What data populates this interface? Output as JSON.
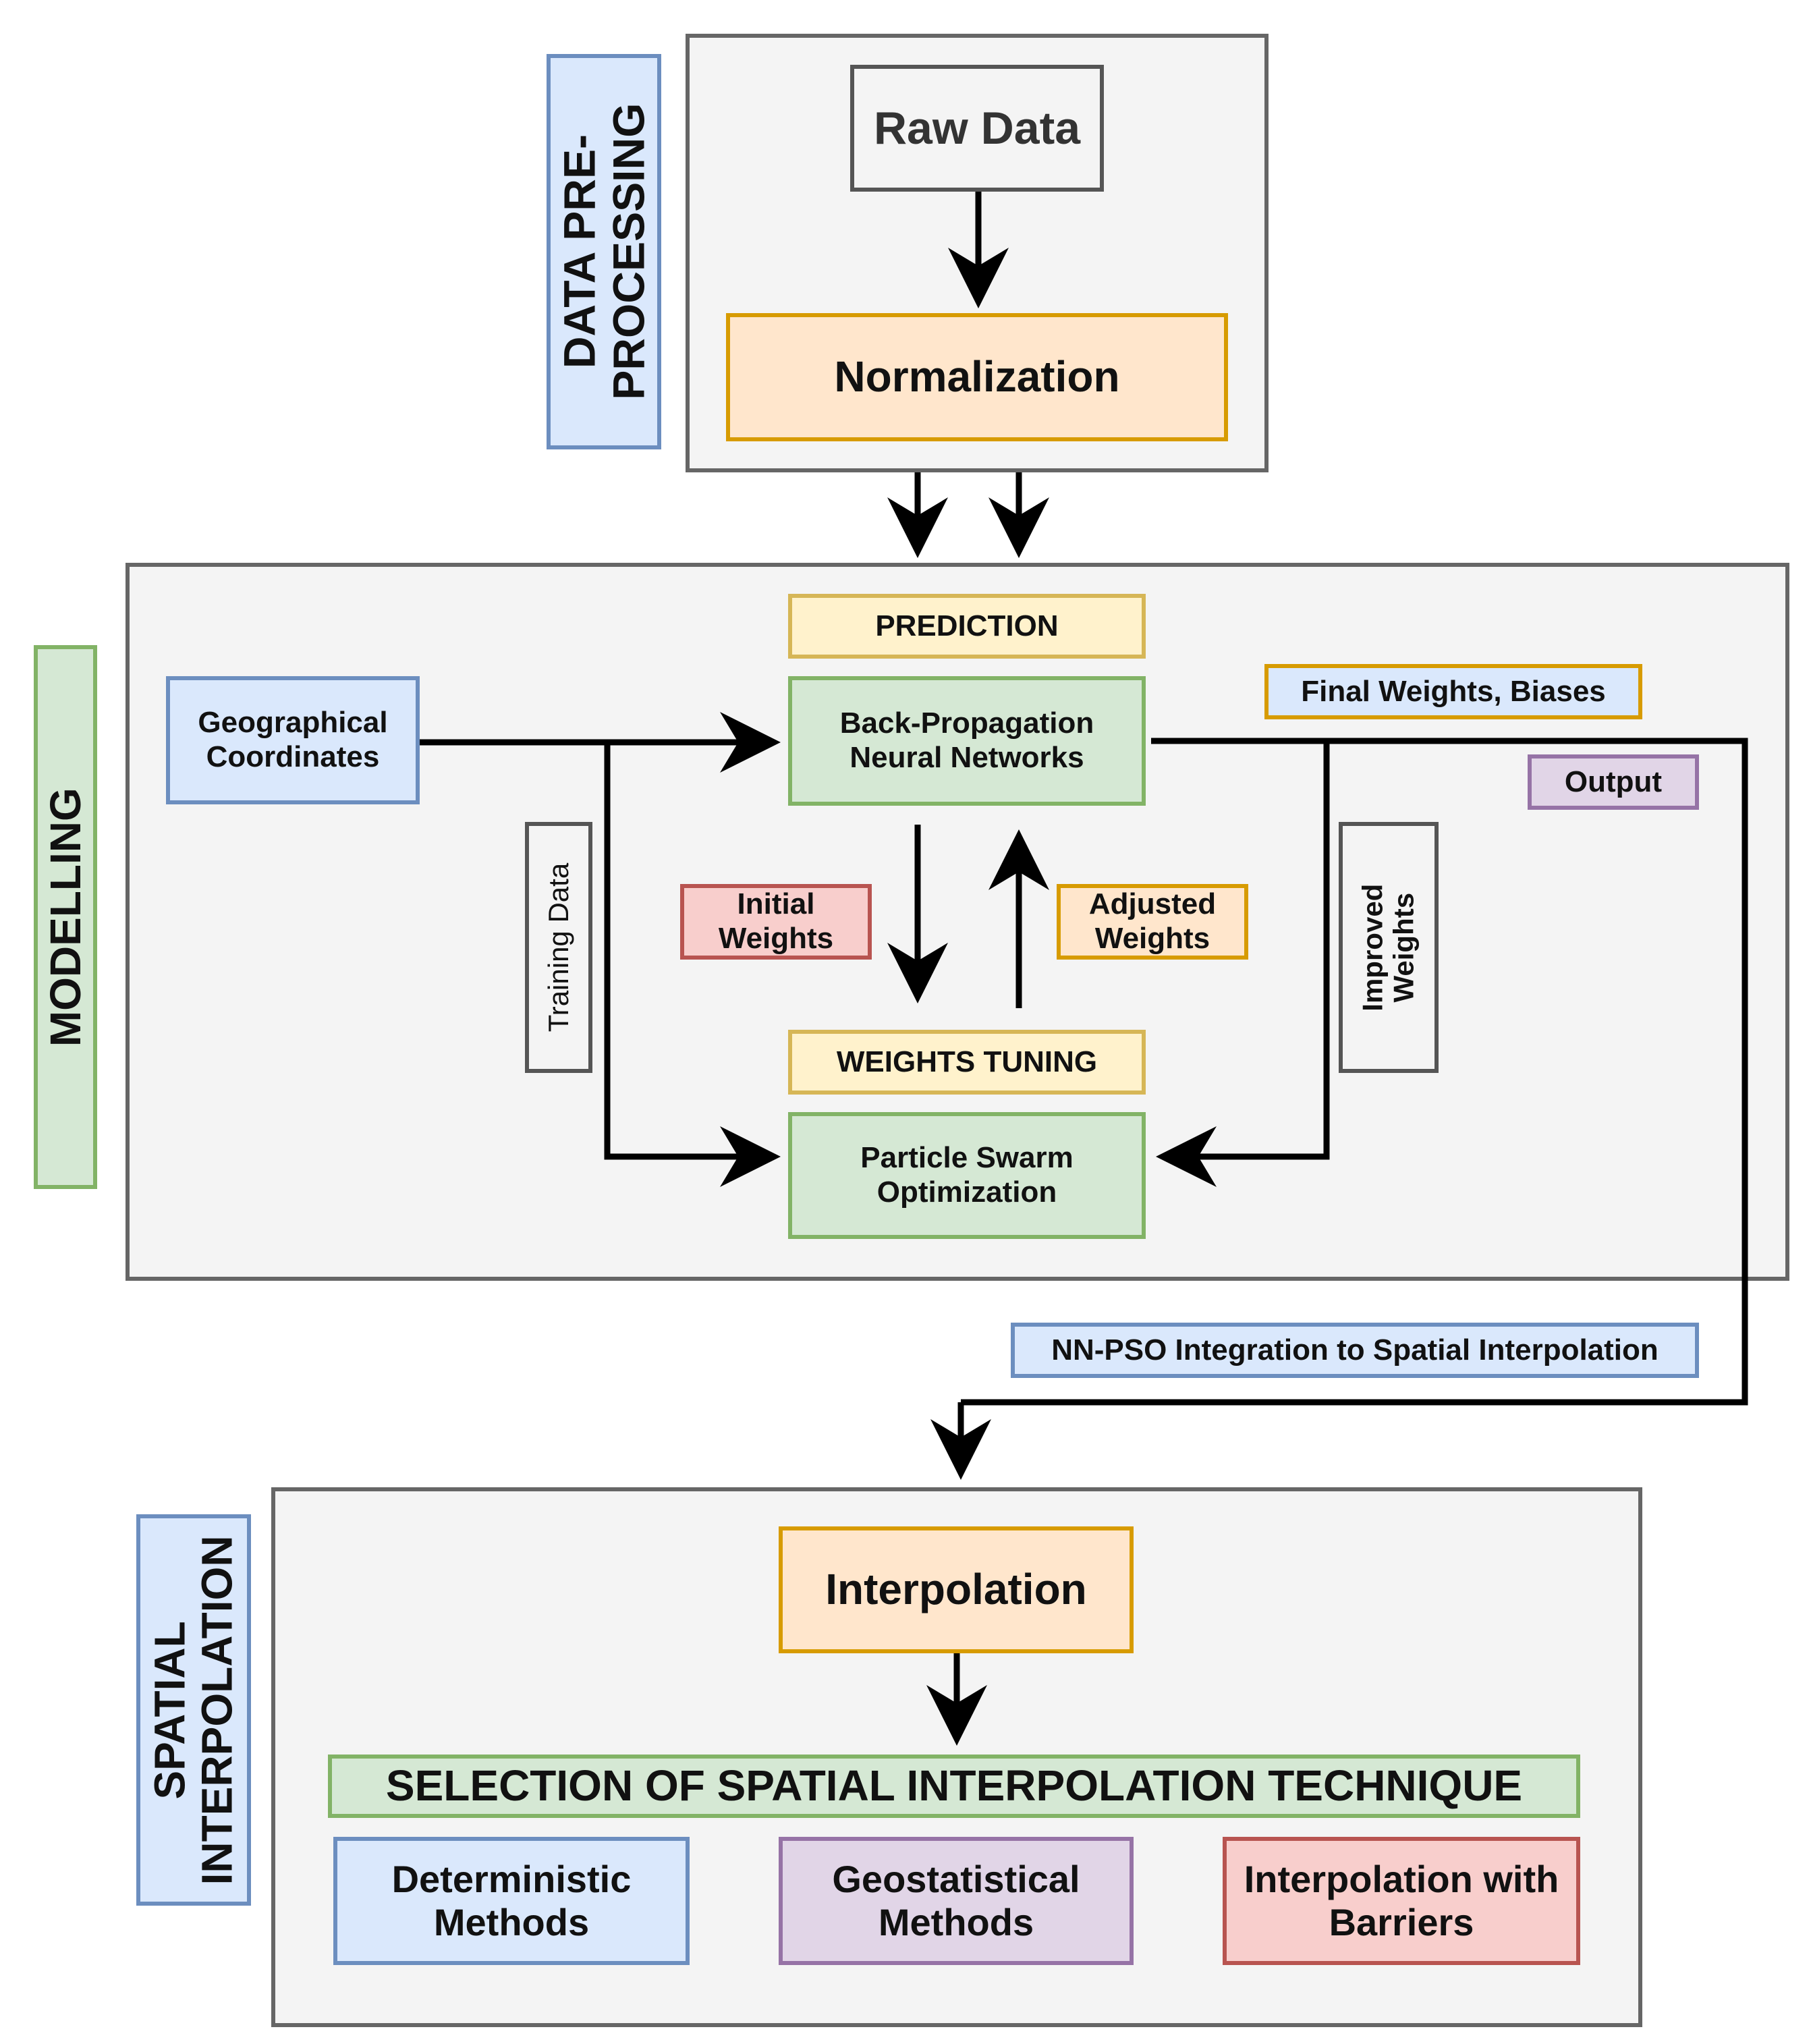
{
  "sections": {
    "preprocessing": {
      "label": "DATA PRE-\nPROCESSING"
    },
    "modelling": {
      "label": "MODELLING"
    },
    "spatial": {
      "label": "SPATIAL\nINTERPOLATION"
    }
  },
  "nodes": {
    "raw_data": "Raw Data",
    "normalization": "Normalization",
    "prediction": "PREDICTION",
    "bpnn": "Back-Propagation\nNeural Networks",
    "geo_coords": "Geographical\nCoordinates",
    "final_weights": "Final Weights, Biases",
    "output": "Output",
    "training_data": "Training Data",
    "initial_weights": "Initial\nWeights",
    "adjusted_weights": "Adjusted\nWeights",
    "improved_weights": "Improved\nWeights",
    "weights_tuning": "WEIGHTS TUNING",
    "pso": "Particle Swarm\nOptimization",
    "nn_pso": "NN-PSO Integration to Spatial Interpolation",
    "interpolation": "Interpolation",
    "selection": "SELECTION OF SPATIAL INTERPOLATION TECHNIQUE",
    "deterministic": "Deterministic\nMethods",
    "geostatistical": "Geostatistical\nMethods",
    "barriers": "Interpolation with\nBarriers"
  }
}
